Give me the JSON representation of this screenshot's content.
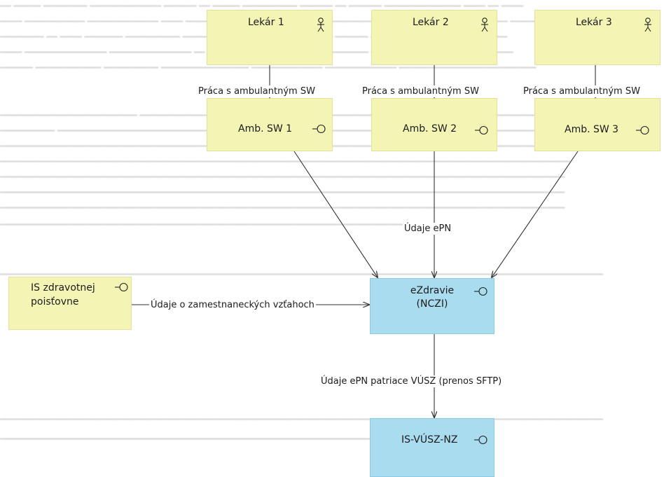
{
  "nodes": {
    "doctor1": {
      "label": "Lekár 1",
      "icon": "actor-icon"
    },
    "doctor2": {
      "label": "Lekár 2",
      "icon": "actor-icon"
    },
    "doctor3": {
      "label": "Lekár 3",
      "icon": "actor-icon"
    },
    "sw1": {
      "label": "Amb. SW 1",
      "icon": "interface-icon"
    },
    "sw2": {
      "label": "Amb. SW 2",
      "icon": "interface-icon"
    },
    "sw3": {
      "label": "Amb. SW 3",
      "icon": "interface-icon"
    },
    "insurance": {
      "label_line1": "IS zdravotnej",
      "label_line2": "poisťovne",
      "icon": "interface-icon"
    },
    "ezdravie": {
      "label_line1": "eZdravie",
      "label_line2": "(NCZI)",
      "icon": "interface-icon"
    },
    "isvusz": {
      "label": "IS-VÚSZ-NZ",
      "icon": "interface-icon"
    }
  },
  "flows": {
    "doctor1_sw1": "Práca s ambulantným SW",
    "doctor2_sw2": "Práca s ambulantným SW",
    "doctor3_sw3": "Práca s ambulantným SW",
    "sw_to_ezdravie": "Údaje ePN",
    "insurance_to_ezdravie": "Údaje o zamestnaneckých vzťahoch",
    "ezdravie_to_isvusz": "Údaje ePN patriace VÚSZ (prenos SFTP)"
  },
  "colors": {
    "application_box": "#f4f5b4",
    "system_box": "#a9dcef",
    "line": "#333333"
  }
}
